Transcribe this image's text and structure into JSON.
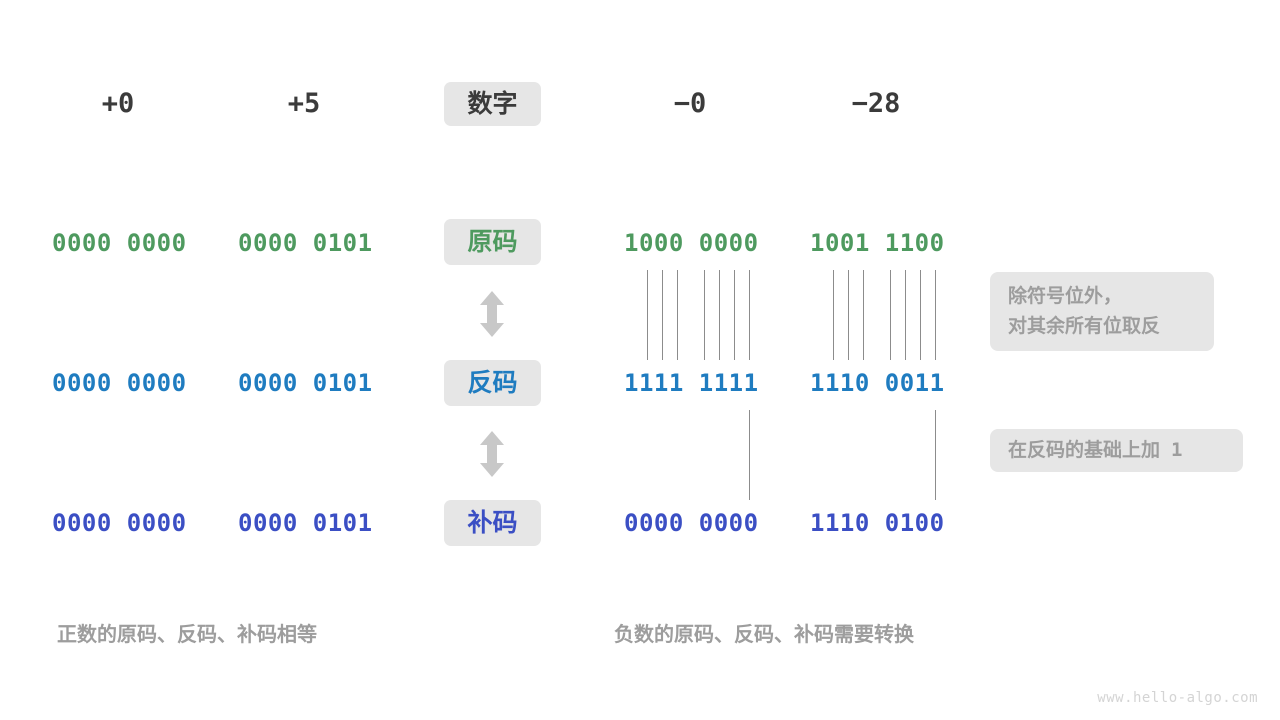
{
  "diagram": {
    "title_row": {
      "label_chip": "数字",
      "columns": [
        "+0",
        "+5",
        "−0",
        "−28"
      ]
    },
    "rows": [
      {
        "name": "sign-magnitude",
        "chip": "原码",
        "chip_color": "#4e9a5f",
        "values": [
          "0000 0000",
          "0000 0101",
          "1000 0000",
          "1001 1100"
        ]
      },
      {
        "name": "ones-complement",
        "chip": "反码",
        "chip_color": "#1f7cc0",
        "values": [
          "0000 0000",
          "0000 0101",
          "1111 1111",
          "1110 0011"
        ]
      },
      {
        "name": "twos-complement",
        "chip": "补码",
        "chip_color": "#3b4fc4",
        "values": [
          "0000 0000",
          "0000 0101",
          "0000 0000",
          "1110 0100"
        ]
      }
    ],
    "transition_arrows": [
      "↕",
      "↕"
    ],
    "notes": [
      {
        "name": "invert-note",
        "line1": "除符号位外，",
        "line2": "对其余所有位取反"
      },
      {
        "name": "add-one-note",
        "text": "在反码的基础上加",
        "mono": "1"
      }
    ],
    "captions": {
      "left": "正数的原码、反码、补码相等",
      "right": "负数的原码、反码、补码需要转换"
    },
    "watermark": "www.hello-algo.com",
    "colors": {
      "chip_bg": "#e6e6e6",
      "green": "#4e9a5f",
      "blue": "#1f7cc0",
      "indigo": "#3b4fc4",
      "gray_text": "#9d9d9d",
      "line": "#8c8c8c",
      "arrow": "#c8c8c8",
      "background": "#ffffff"
    }
  }
}
